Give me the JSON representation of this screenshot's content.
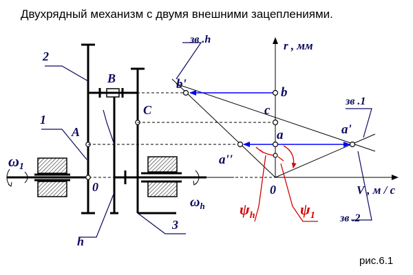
{
  "title": "Двухрядный механизм с двумя внешними зацеплениями.",
  "figure_caption": "рис.6.1",
  "axes": {
    "r_label": "r , мм",
    "v_label": "V , м / с",
    "origin": "0"
  },
  "lines": {
    "zv_h": "зв .h",
    "zv_1": "зв .1",
    "zv_2": "зв .2"
  },
  "points": {
    "b_prime": "b'",
    "b": "b",
    "c": "c",
    "a": "a",
    "a_prime": "a'",
    "a_double_prime": "a''"
  },
  "angles": {
    "psi_h": "ψ",
    "psi_h_sub": "h",
    "psi_1": "ψ",
    "psi_1_sub": "1"
  },
  "mechanism": {
    "link_2": "2",
    "link_1": "1",
    "link_3": "3",
    "link_h": "h",
    "point_B": "B",
    "point_C": "C",
    "point_A": "A",
    "origin_0": "0",
    "omega_1": "ω",
    "omega_1_sub": "1",
    "omega_h": "ω",
    "omega_h_sub": "h"
  },
  "colors": {
    "ink": "#000000",
    "label": "#0a0a60",
    "velocity_arrow": "#0000ff",
    "angle": "#d40000"
  }
}
